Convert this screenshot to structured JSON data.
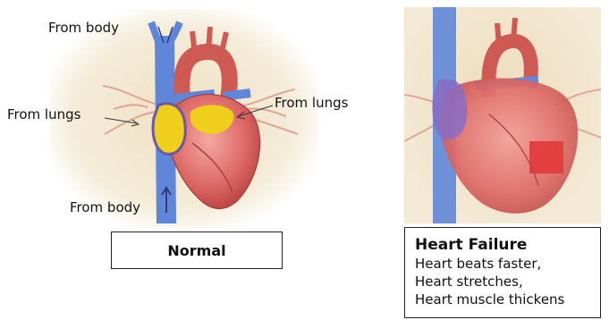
{
  "normal": {
    "labels": {
      "from_body_top": "From body",
      "from_lungs_left": "From lungs",
      "from_lungs_right": "From lungs",
      "from_body_bottom": "From body"
    },
    "caption": "Normal"
  },
  "heart_failure": {
    "title": "Heart Failure",
    "lines": [
      "Heart beats faster,",
      "Heart stretches,",
      "Heart muscle thickens"
    ]
  },
  "colors": {
    "panel_bg": "#f1e6cf",
    "vein_blue": "#5f86d8",
    "heart_red": "#d8585c",
    "artery_red": "#cf5a54",
    "atrium_yellow": "#f0cf1c",
    "lung_vessels": "#d99a8e"
  },
  "icons": [
    "arrow-icon"
  ]
}
